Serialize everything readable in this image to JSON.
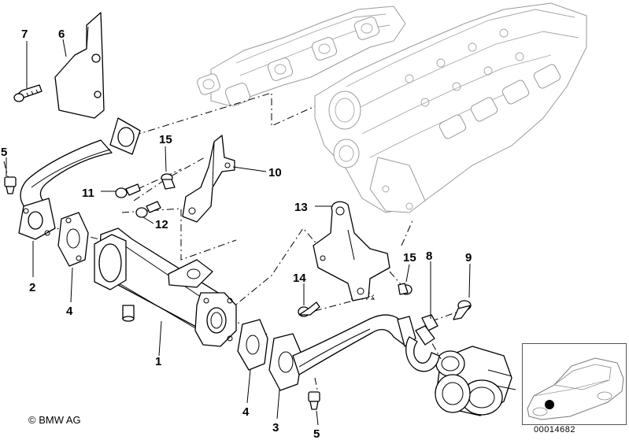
{
  "callouts": {
    "c1": "1",
    "c2": "2",
    "c3": "3",
    "c4a": "4",
    "c4b": "4",
    "c5a": "5",
    "c5b": "5",
    "c6": "6",
    "c7": "7",
    "c8": "8",
    "c9": "9",
    "c10": "10",
    "c11": "11",
    "c12": "12",
    "c13": "13",
    "c14": "14",
    "c15a": "15",
    "c15b": "15"
  },
  "footer": {
    "copyright": "© BMW AG",
    "reference": "00014682"
  },
  "colors": {
    "line": "#000000",
    "ghost": "#9a9a9a",
    "background": "#ffffff"
  }
}
